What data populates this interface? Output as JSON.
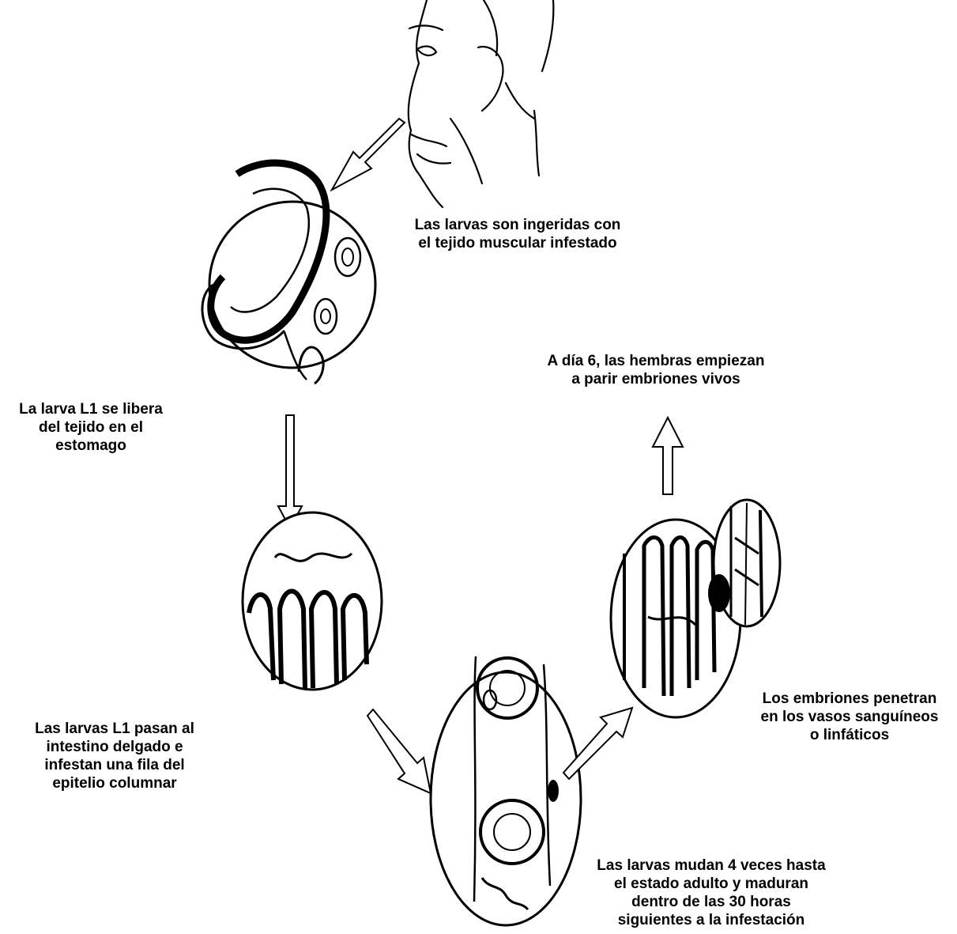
{
  "diagram": {
    "steps": [
      {
        "id": "ingestion",
        "lines": [
          "Las larvas son ingeridas con",
          "el tejido muscular infestado"
        ]
      },
      {
        "id": "release",
        "lines": [
          "La larva L1 se libera",
          "del tejido en el",
          "estomago"
        ]
      },
      {
        "id": "intestine",
        "lines": [
          "Las larvas L1 pasan al",
          "intestino delgado e",
          "infestan una fila del",
          "epitelio columnar"
        ]
      },
      {
        "id": "molting",
        "lines": [
          "Las larvas mudan 4 veces hasta",
          "el estado adulto y maduran",
          "dentro de las 30 horas",
          "siguientes a la infestación"
        ]
      },
      {
        "id": "embryos",
        "lines": [
          "Los embriones penetran",
          "en los vasos sanguíneos",
          "o linfáticos"
        ]
      },
      {
        "id": "birth",
        "lines": [
          "A día 6, las hembras empiezan",
          "a parir embriones vivos"
        ]
      }
    ]
  }
}
